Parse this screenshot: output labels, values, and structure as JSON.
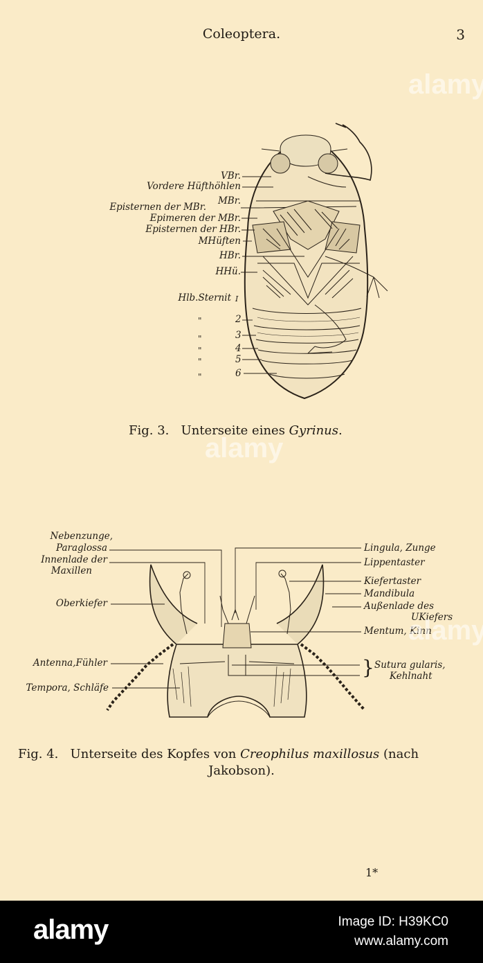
{
  "header": {
    "title": "Coleoptera.",
    "page_number": "3"
  },
  "fig3": {
    "labels": [
      "VBr.",
      "Vordere Hüfthöhlen",
      "MBr.",
      "Episternen der MBr.",
      "Epimeren der MBr.",
      "Episternen der HBr.",
      "MHüften",
      "HBr.",
      "HHü.",
      "Hlb.Sternit"
    ],
    "sternite_numbers": [
      "I",
      "2",
      "3",
      "4",
      "5",
      "6"
    ],
    "ditto_mark": "\"",
    "caption": {
      "prefix": "Fig. 3.   Unterseite eines ",
      "italic": "Gyrinus",
      "suffix": "."
    }
  },
  "fig4": {
    "left_labels": [
      "Nebenzunge,",
      "Paraglossa",
      "Innenlade der",
      "Maxillen",
      "Oberkiefer",
      "Antenna,Fühler",
      "Tempora, Schläfe"
    ],
    "right_labels": [
      "Lingula, Zunge",
      "Lippentaster",
      "Kiefertaster",
      "Mandibula",
      "Außenlade des",
      "UKiefers",
      "Mentum, Kinn",
      "Sutura gularis,",
      "Kehlnaht"
    ],
    "brace": "}",
    "caption": {
      "prefix": "Fig. 4.   Unterseite des Kopfes von ",
      "italic": "Creophilus maxillosus",
      "suffix": " (nach",
      "line2": "Jakobson)."
    }
  },
  "signature": "1*",
  "watermarks": [
    "alamy",
    "alamy",
    "alamy"
  ],
  "footer": {
    "logo": "alamy",
    "image_id": "Image ID: H39KC0",
    "url": "www.alamy.com"
  }
}
